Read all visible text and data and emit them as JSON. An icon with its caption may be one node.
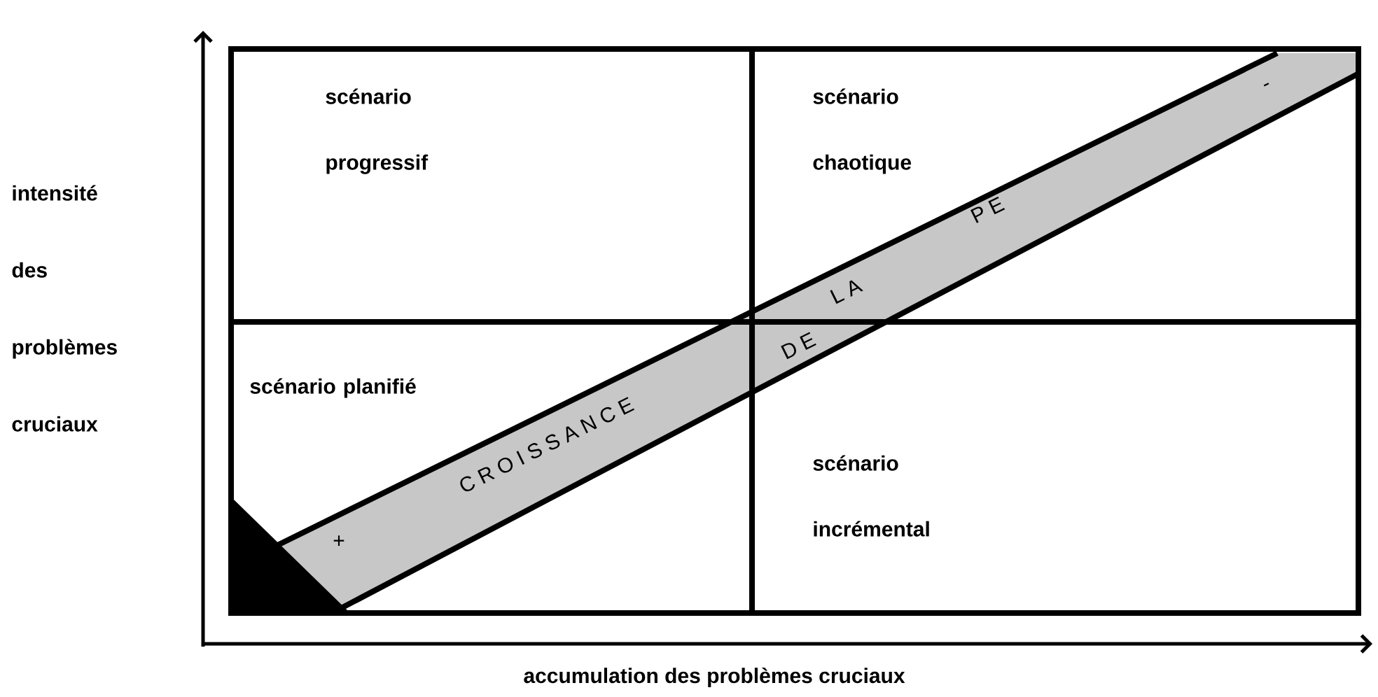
{
  "diagram": {
    "nodes": [
      {
        "text": [
          "scénario progressif"
        ]
      },
      {
        "text": [
          "scénario chaotique"
        ]
      },
      {
        "text": [
          "scénario planifié"
        ]
      },
      {
        "text": [
          "scénario incrémental"
        ]
      }
    ],
    "edges": [],
    "labels": [
      "intensité des problèmes cruciaux",
      "accumulation des problèmes cruciaux",
      "+",
      "C R O I S S A N C E",
      "D E",
      "L A",
      "P E",
      "-"
    ]
  }
}
